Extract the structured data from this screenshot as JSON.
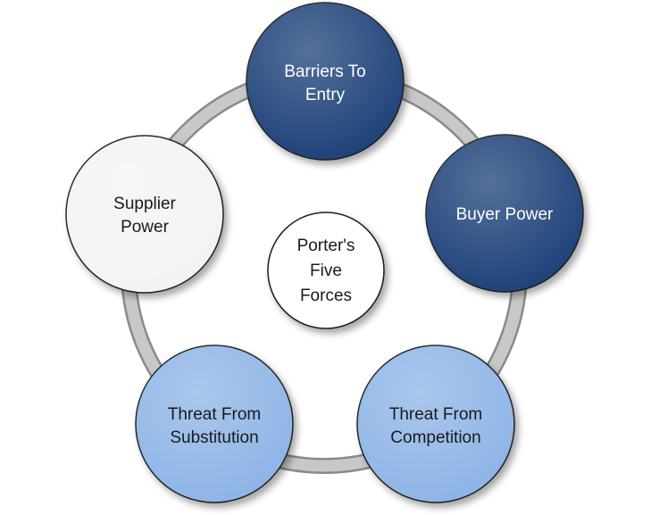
{
  "center": {
    "lines": [
      "Porter's",
      "Five",
      "Forces"
    ]
  },
  "forces": [
    {
      "id": "barriers-to-entry",
      "lines": [
        "Barriers To",
        "Entry"
      ],
      "fill": "#1b3f78",
      "text_color": "#ffffff"
    },
    {
      "id": "buyer-power",
      "lines": [
        "Buyer Power"
      ],
      "fill": "#1b3f78",
      "text_color": "#ffffff"
    },
    {
      "id": "threat-from-competition",
      "lines": [
        "Threat From",
        "Competition"
      ],
      "fill": "#8db4e6",
      "text_color": "#1a1a1a"
    },
    {
      "id": "threat-from-substitution",
      "lines": [
        "Threat From",
        "Substitution"
      ],
      "fill": "#8db4e6",
      "text_color": "#1a1a1a"
    },
    {
      "id": "supplier-power",
      "lines": [
        "Supplier",
        "Power"
      ],
      "fill": "#f3f3f3",
      "text_color": "#1a1a1a"
    }
  ],
  "colors": {
    "ring": "#c8c8c8",
    "ring_outline": "#8a8a8a",
    "node_outline": "#1f1f1f"
  }
}
